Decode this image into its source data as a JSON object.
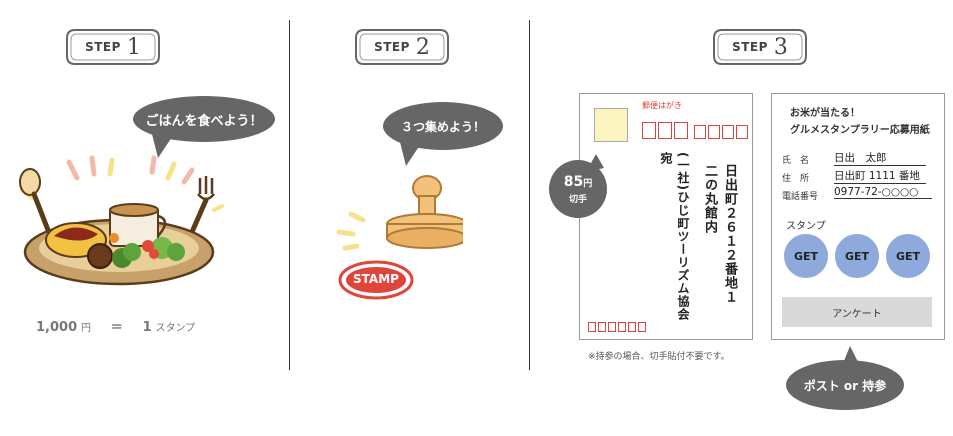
{
  "steps": [
    {
      "word": "STEP",
      "num": "1"
    },
    {
      "word": "STEP",
      "num": "2"
    },
    {
      "word": "STEP",
      "num": "3"
    }
  ],
  "step1": {
    "bubble": "ごはんを食べよう！",
    "amount": "1,000",
    "yen": "円",
    "equals": "＝",
    "stamp_count": "1",
    "stamp_unit": "スタンプ"
  },
  "step2": {
    "bubble": "３つ集めよう！",
    "stamp_text": "STAMP"
  },
  "step3": {
    "postcard_header": "郵便はがき",
    "postage_amount": "85",
    "postage_yen": "円",
    "postage_label": "切手",
    "address_line1": "日出町２６１２番地１",
    "address_line2": "二の丸館内",
    "recipient": "(一社)ひじ町ツーリズム協会　宛",
    "note": "※持参の場合、切手貼付不要です。",
    "form_title1": "お米が当たる！",
    "form_title2": "グルメスタンプラリー応募用紙",
    "fields": [
      {
        "label": "氏　名",
        "value": "日出　太郎"
      },
      {
        "label": "住　所",
        "value": "日出町 1111 番地"
      },
      {
        "label": "電話番号",
        "value": "0977-72-○○○○"
      }
    ],
    "stamp_label": "スタンプ",
    "get_labels": [
      "GET",
      "GET",
      "GET"
    ],
    "survey": "アンケート",
    "bubble": "ポスト or 持参"
  },
  "colors": {
    "bubble_gray": "#666666",
    "postal_red": "#e0443a",
    "get_blue": "#8ea9db"
  }
}
